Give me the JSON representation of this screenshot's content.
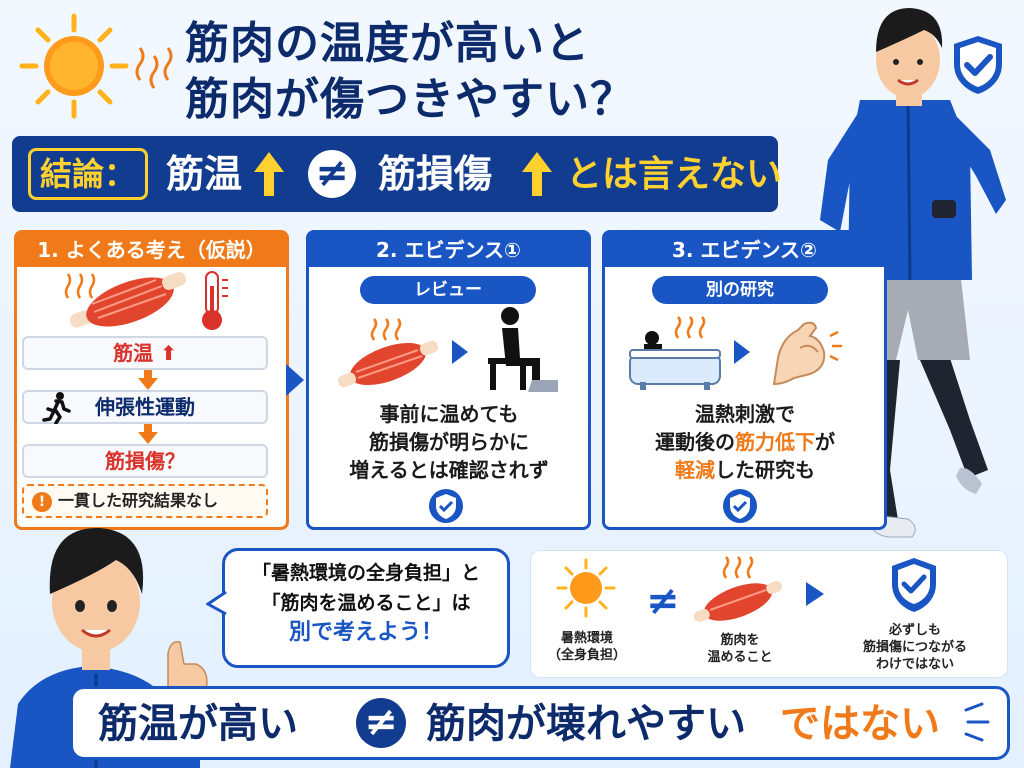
{
  "title": {
    "line1": "筋肉の温度が高いと",
    "line2": "筋肉が傷つきやすい？"
  },
  "conclusion": {
    "tag": "結論：",
    "left": "筋温",
    "neq": "≠",
    "right": "筋損傷",
    "tail": "とは言えない"
  },
  "panel1": {
    "header": "1. よくある考え（仮説）",
    "step1": "筋温",
    "step2": "伸張性運動",
    "step3": "筋損傷？",
    "warn": "一貫した研究結果なし"
  },
  "panel2": {
    "header": "2. エビデンス①",
    "pill": "レビュー",
    "text_line1": "事前に温めても",
    "text_line2": "筋損傷が明らかに",
    "text_line3": "増えるとは確認されず"
  },
  "panel3": {
    "header": "3. エビデンス②",
    "pill": "別の研究",
    "text_line1": "温熱刺激で",
    "text_line2a": "運動後の",
    "text_line2b": "筋力低下",
    "text_line2c": "が",
    "text_line3a": "軽減",
    "text_line3b": "した研究も"
  },
  "speech": {
    "line1": "「暑熱環境の全身負担」と",
    "line2": "「筋肉を温めること」は",
    "line3": "別で考えよう！"
  },
  "right_box": {
    "label1_line1": "暑熱環境",
    "label1_line2": "（全身負担）",
    "neq": "≠",
    "label2_line1": "筋肉を",
    "label2_line2": "温めること",
    "label3_line1": "必ずしも",
    "label3_line2": "筋損傷につながる",
    "label3_line3": "わけではない"
  },
  "bottom": {
    "left": "筋温が高い",
    "neq": "≠",
    "middle": "筋肉が壊れやすい",
    "right": "ではない"
  },
  "colors": {
    "navy": "#123c8f",
    "blue": "#1a55c4",
    "orange": "#f07a1a",
    "yellow": "#ffd12e",
    "red": "#d8322a"
  },
  "icons": [
    "sun-icon",
    "heat-wave-icon",
    "muscle-icon",
    "thermometer-icon",
    "runner-icon",
    "person-sitting-icon",
    "bathtub-icon",
    "flexed-arm-icon",
    "shield-check-icon",
    "warning-icon",
    "arrow-right-icon",
    "arrow-down-icon",
    "arrow-up-icon"
  ]
}
